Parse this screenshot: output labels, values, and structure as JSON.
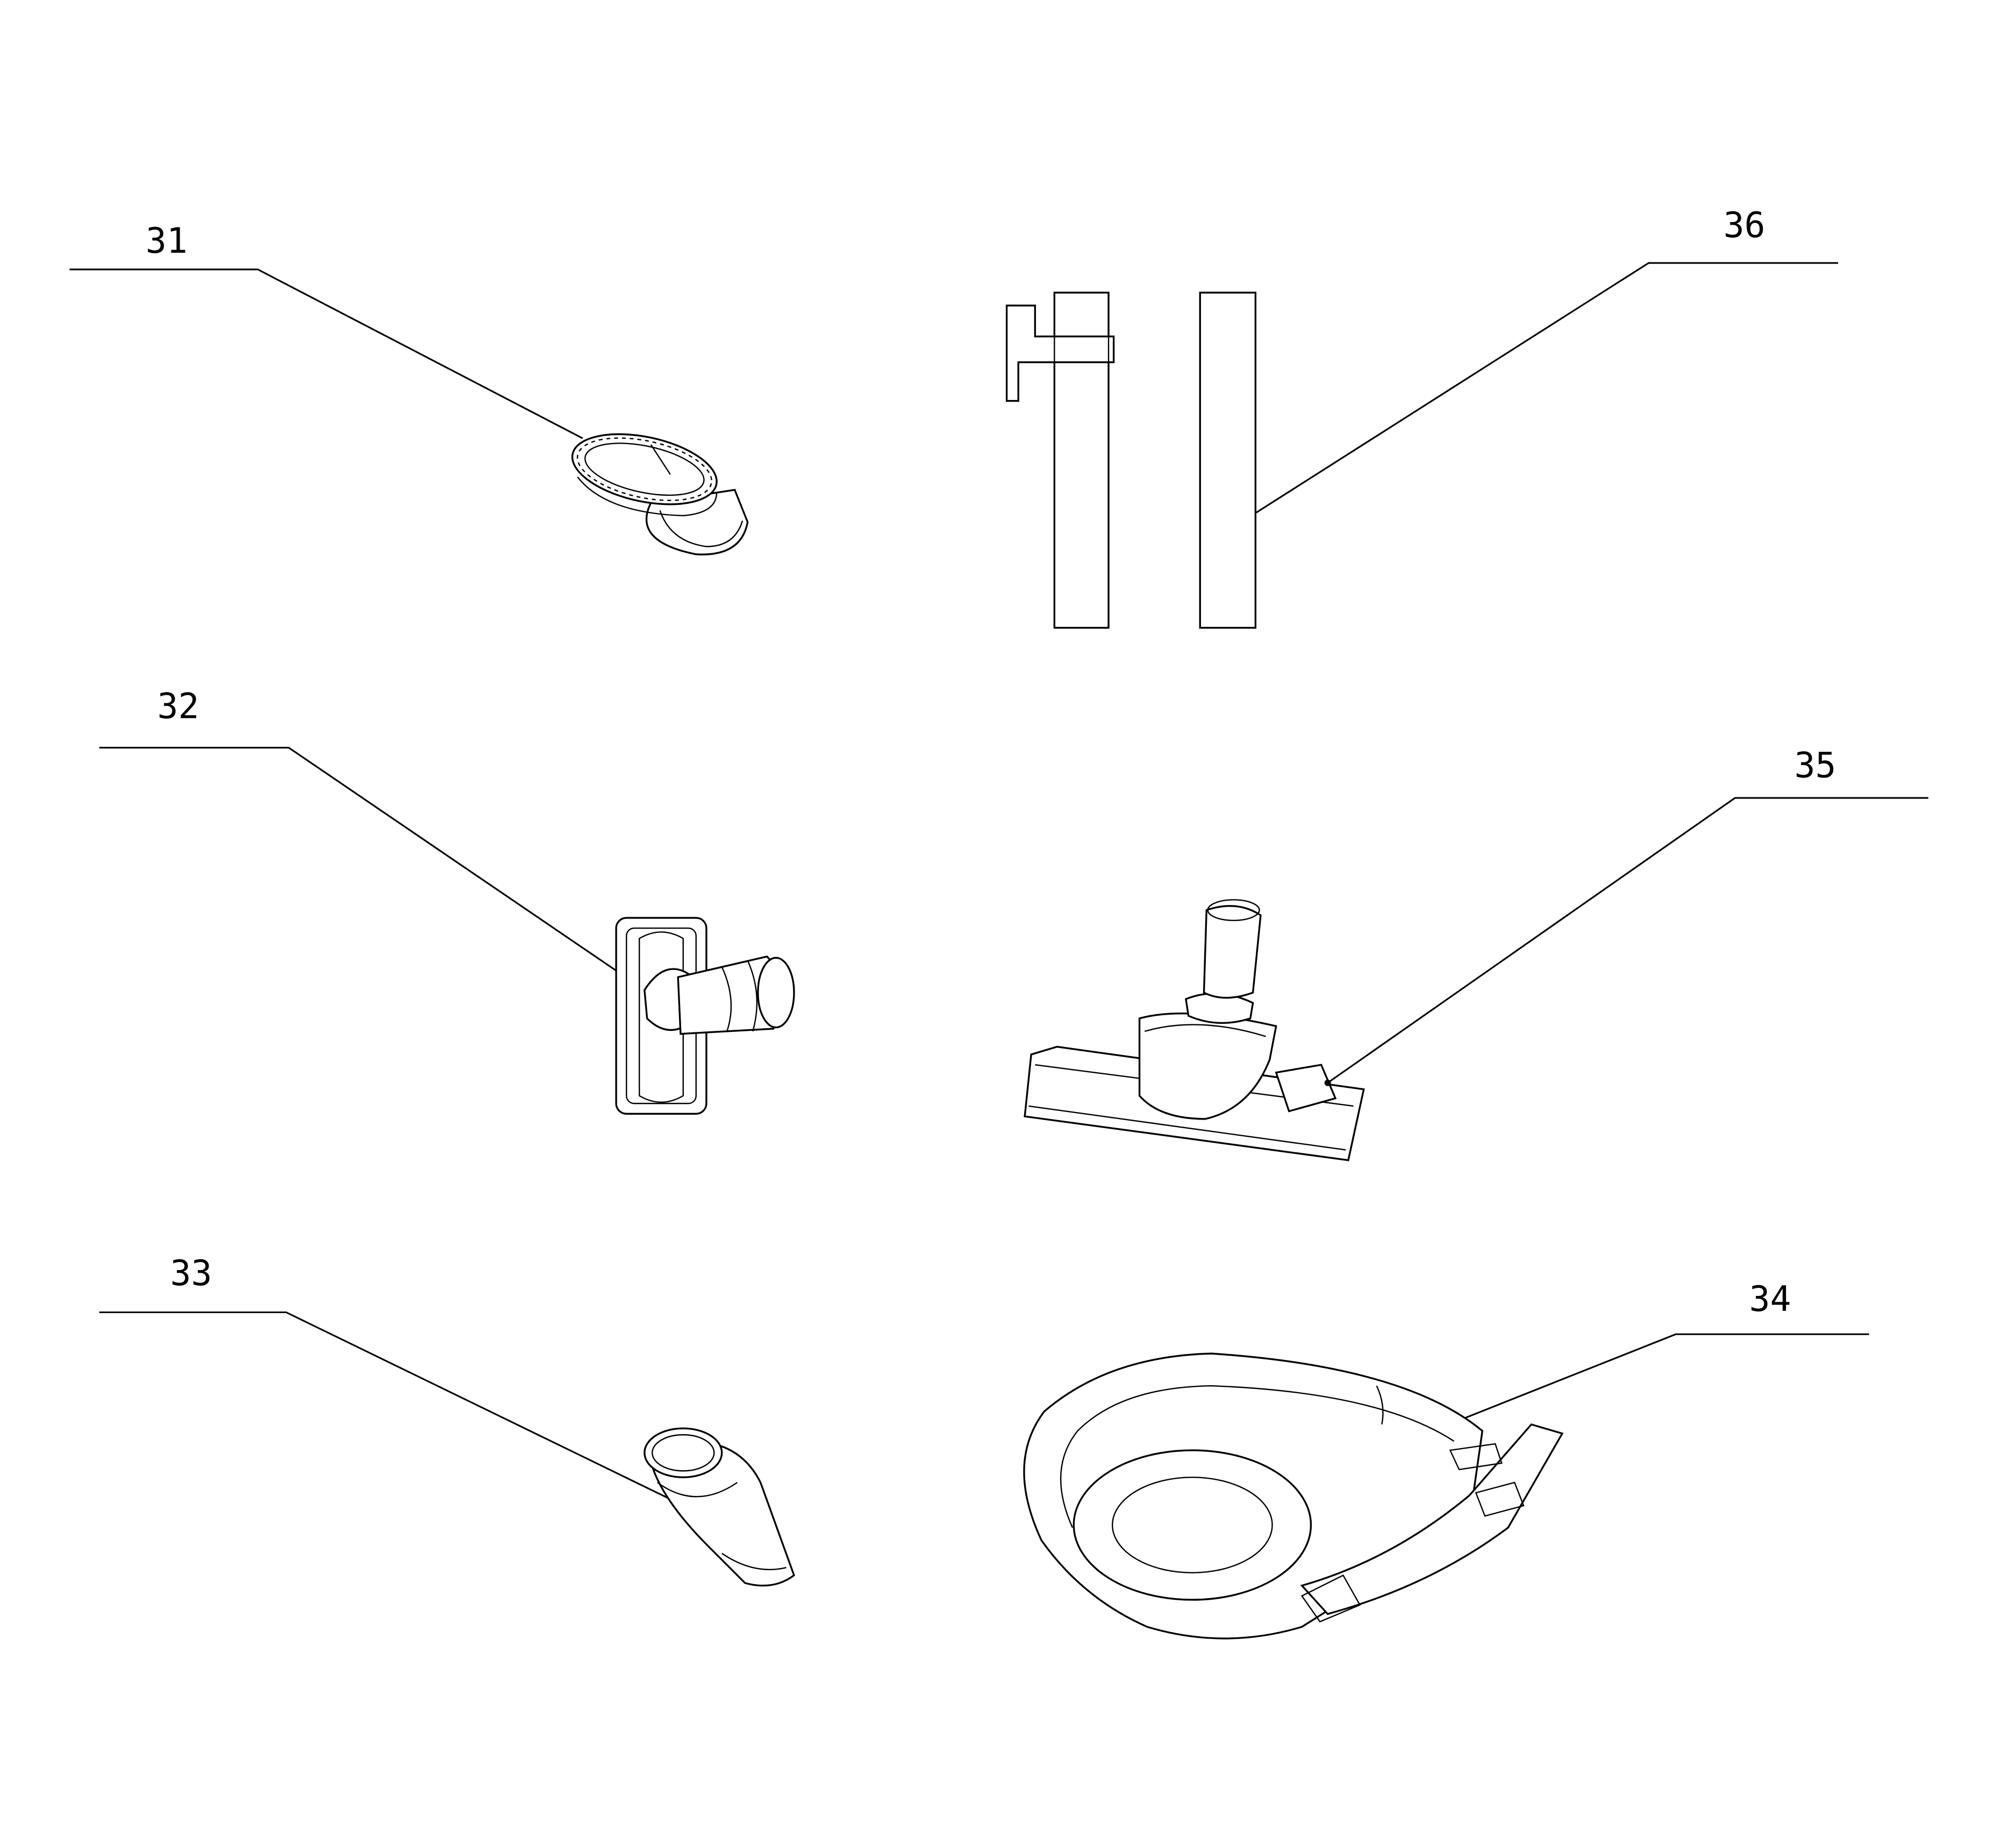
{
  "diagram": {
    "callouts": [
      {
        "id": "31",
        "label": "31",
        "part_icon": "brush-nozzle-icon"
      },
      {
        "id": "32",
        "label": "32",
        "part_icon": "upholstery-nozzle-icon"
      },
      {
        "id": "33",
        "label": "33",
        "part_icon": "crevice-nozzle-icon"
      },
      {
        "id": "34",
        "label": "34",
        "part_icon": "hose-icon"
      },
      {
        "id": "35",
        "label": "35",
        "part_icon": "floor-nozzle-icon"
      },
      {
        "id": "36",
        "label": "36",
        "part_icon": "extension-tubes-icon"
      }
    ],
    "line_color": "#000000",
    "background": "#ffffff"
  }
}
